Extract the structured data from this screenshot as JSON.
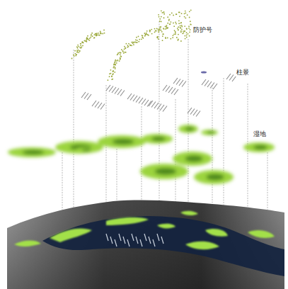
{
  "diagram": {
    "labels": [
      "防护号",
      "柱景",
      "湿地"
    ]
  }
}
